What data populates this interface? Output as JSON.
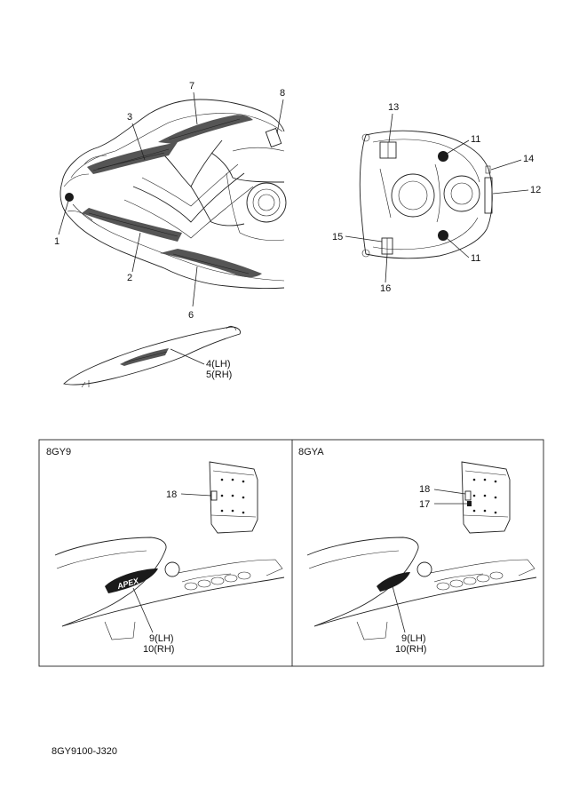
{
  "callouts": {
    "c1": "1",
    "c2": "2",
    "c3": "3",
    "c4": "4(LH)",
    "c5": "5(RH)",
    "c6": "6",
    "c7": "7",
    "c8": "8",
    "c9a": "9(LH)",
    "c10a": "10(RH)",
    "c9b": "9(LH)",
    "c10b": "10(RH)",
    "c11a": "11",
    "c11b": "11",
    "c12": "12",
    "c13": "13",
    "c14": "14",
    "c15": "15",
    "c16": "16",
    "c17": "17",
    "c18a": "18",
    "c18b": "18"
  },
  "variants": {
    "left": "8GY9",
    "right": "8GYA"
  },
  "drawing_code": "8GY9100-J320",
  "decal_text": {
    "apex_logo": "APEX"
  }
}
